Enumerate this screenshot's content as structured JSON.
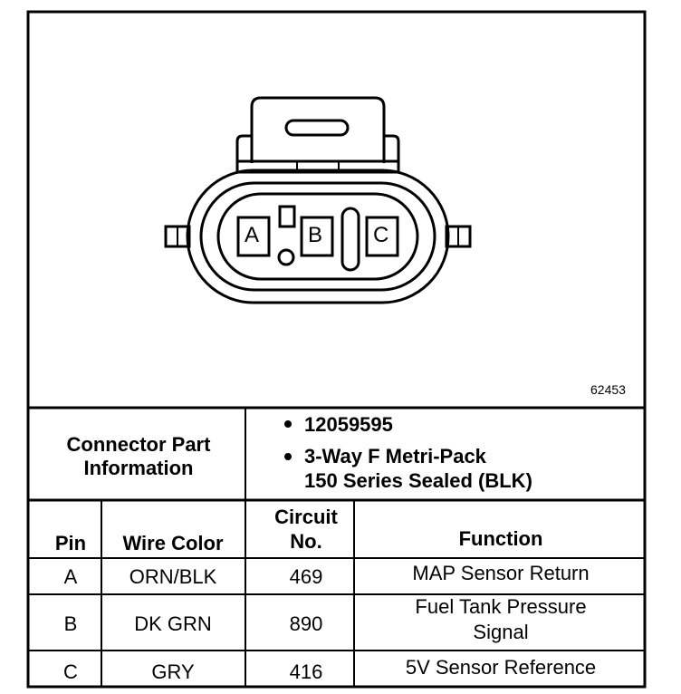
{
  "figure_number": "62453",
  "connector": {
    "pin_labels": [
      "A",
      "B",
      "C"
    ]
  },
  "part_info": {
    "label_line1": "Connector Part",
    "label_line2": "Information",
    "part_number": "12059595",
    "description_line1": "3-Way F Metri-Pack",
    "description_line2": "150 Series Sealed (BLK)"
  },
  "table": {
    "headers": {
      "pin": "Pin",
      "wire_color": "Wire Color",
      "circuit_line1": "Circuit",
      "circuit_line2": "No.",
      "function": "Function"
    },
    "rows": [
      {
        "pin": "A",
        "wire_color": "ORN/BLK",
        "circuit": "469",
        "function_line1": "MAP Sensor Return",
        "function_line2": ""
      },
      {
        "pin": "B",
        "wire_color": "DK GRN",
        "circuit": "890",
        "function_line1": "Fuel Tank Pressure",
        "function_line2": "Signal"
      },
      {
        "pin": "C",
        "wire_color": "GRY",
        "circuit": "416",
        "function_line1": "5V Sensor Reference",
        "function_line2": ""
      }
    ]
  }
}
